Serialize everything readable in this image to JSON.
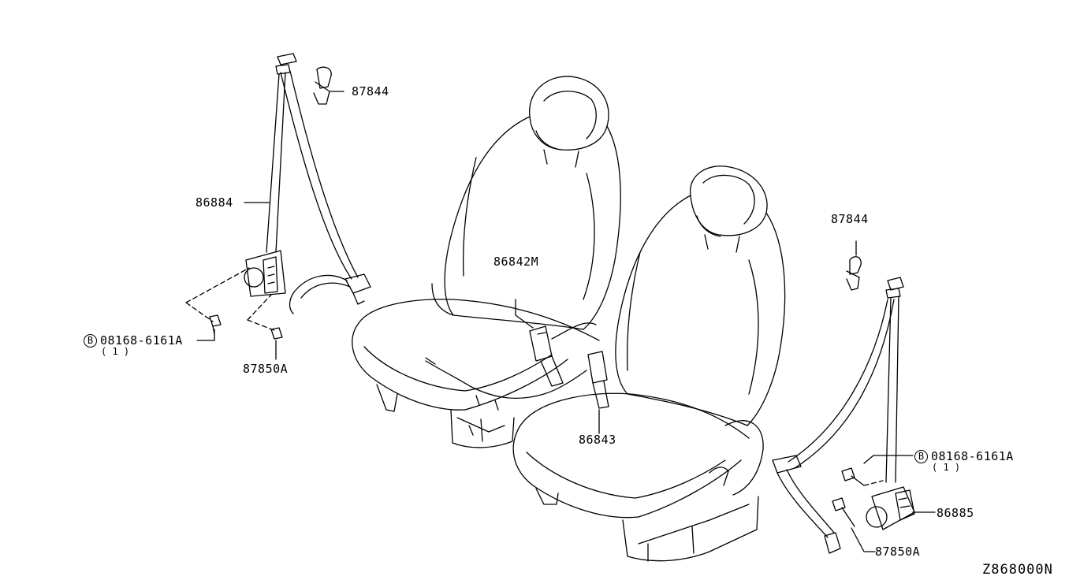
{
  "diagram": {
    "code": "Z868000N",
    "parts": {
      "p87844_a": "87844",
      "p87844_b": "87844",
      "p86884": "86884",
      "p86842m": "86842M",
      "p86843": "86843",
      "p86885": "86885",
      "p87850a_a": "87850A",
      "p87850a_b": "87850A",
      "bolt_a": "08168-6161A",
      "bolt_b": "08168-6161A",
      "qty_a": "( 1 )",
      "qty_b": "( 1 )",
      "bolt_symbol": "B"
    }
  }
}
